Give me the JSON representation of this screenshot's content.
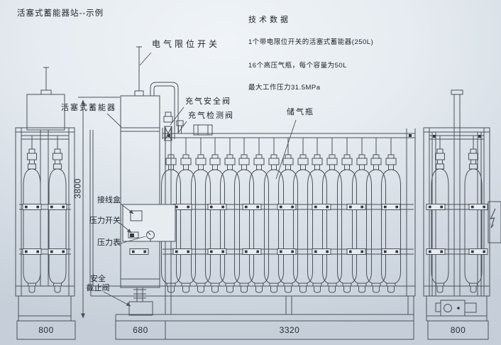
{
  "page": {
    "title": "活塞式蓄能器站--示例"
  },
  "tech_data": {
    "heading": "技术数据",
    "items": [
      "1个带电限位开关的活塞式蓄能器(250L)",
      "16个高压气瓶，每个容量为50L",
      "最大工作压力31.5MPa"
    ]
  },
  "labels": {
    "limit_switch": "电气限位开关",
    "accumulator": "活塞式蓄能器",
    "charge_safety_valve": "充气安全阀",
    "charge_check_valve": "充气检测阀",
    "gas_bottle": "储气瓶",
    "junction_box": "接线盒",
    "pressure_switch": "压力开关",
    "pressure_gauge": "压力表",
    "safety_stop_valve_line1": "安全",
    "safety_stop_valve_line2": "截止阀"
  },
  "dimensions": {
    "height": "3800",
    "left_view_width": "800",
    "accumulator_bay_width": "680",
    "bottle_bay_width": "3320",
    "right_view_width": "800"
  },
  "colors": {
    "line": "#4b515a",
    "text": "#20262c",
    "background_top": "#f0f4f8",
    "background_bottom": "#c6cfd9"
  }
}
